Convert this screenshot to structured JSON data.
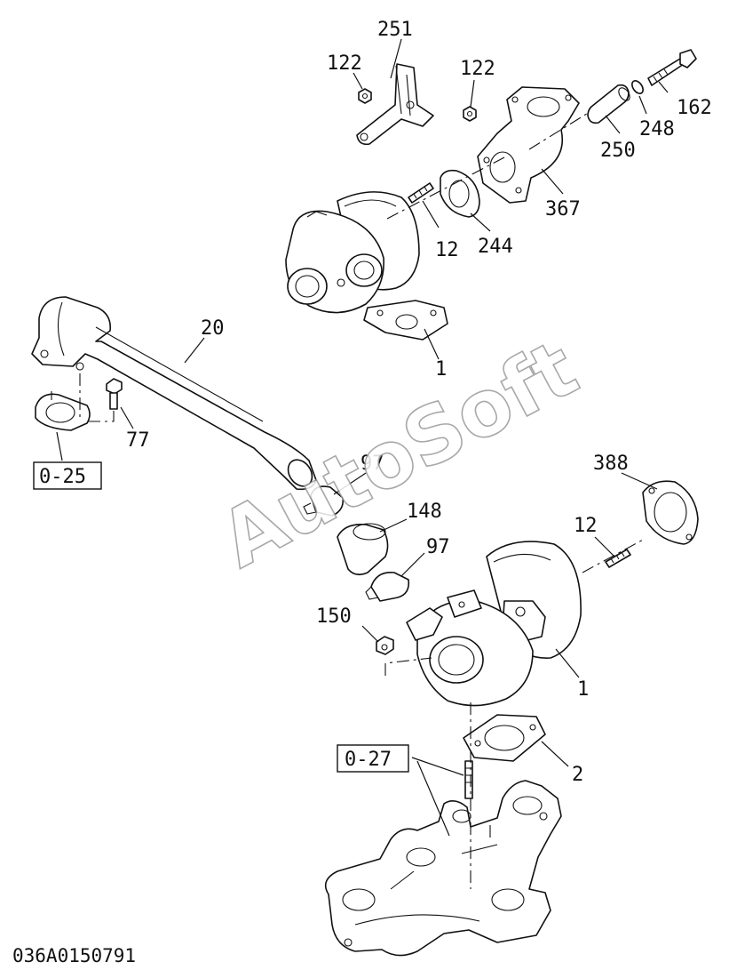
{
  "watermark": "AutoSoft",
  "diagram_code": "036A0150791",
  "reference_boxes": [
    "0-25",
    "0-27"
  ],
  "callouts": [
    "251",
    "122",
    "122",
    "162",
    "248",
    "250",
    "367",
    "12",
    "244",
    "20",
    "1",
    "77",
    "97",
    "148",
    "97",
    "388",
    "12",
    "150",
    "1",
    "2"
  ]
}
